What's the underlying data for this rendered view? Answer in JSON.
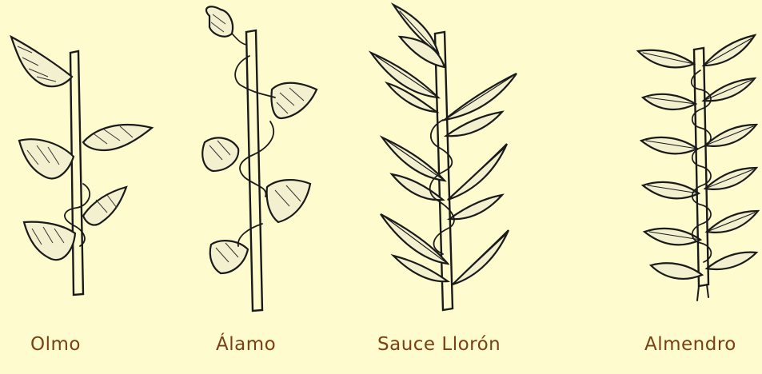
{
  "colors": {
    "background": "#fefccf",
    "label": "#7a3f12",
    "ink": "#1a1a1a"
  },
  "plants": [
    {
      "name": "Olmo",
      "icon": "elm-branch-icon"
    },
    {
      "name": "Álamo",
      "icon": "poplar-branch-icon"
    },
    {
      "name": "Sauce Llorón",
      "icon": "weeping-willow-branch-icon"
    },
    {
      "name": "Almendro",
      "icon": "almond-branch-icon"
    }
  ]
}
